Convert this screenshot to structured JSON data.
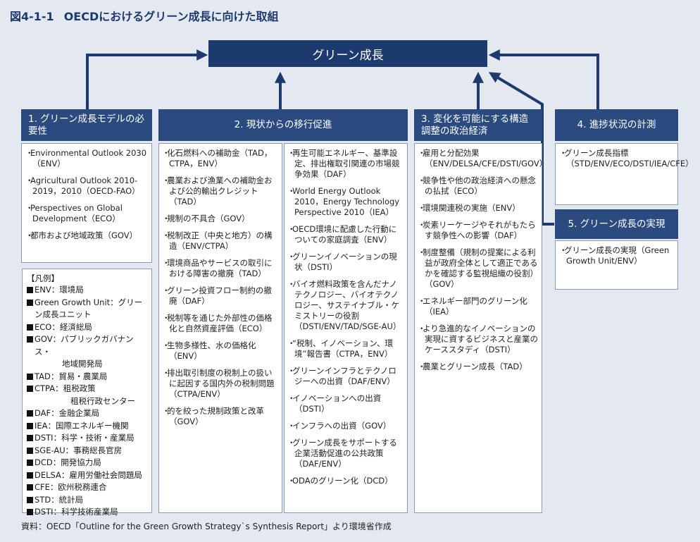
{
  "figure": {
    "number": "図4-1-1",
    "title": "OECDにおけるグリーン成長に向けた取組"
  },
  "goal": {
    "label": "グリーン成長"
  },
  "colors": {
    "navy": "#1d3a6e",
    "header": "#2a4a80",
    "background": "#e4e9f1",
    "border": "#8b9cb8"
  },
  "categories": [
    {
      "label": "1. グリーン成長モデルの必要性",
      "items": [
        "Environmental Outlook 2030（ENV）",
        "Agricultural Outlook 2010-2019，2010（OECD-FAO）",
        "Perspectives on Global Development（ECO）",
        "都市および地域政策（GOV）"
      ]
    },
    {
      "label": "2. 現状からの移行促進",
      "items_left": [
        "化石燃料への補助金（TAD，CTPA，ENV）",
        "農業および漁業への補助金および公的輸出クレジット（TAD）",
        "規制の不具合（GOV）",
        "税制改正（中央と地方）の構造（ENV/CTPA）",
        "環境商品やサービスの取引における障害の撤廃（TAD）",
        "グリーン投資フロー制約の撤廃（DAF）",
        "税制等を通じた外部性の価格化と自然資産評価（ECO）",
        "生物多様性、水の価格化（ENV）",
        "排出取引制度の税制上の扱いに起因する国内外の税制問題（CTPA/ENV）",
        "的を絞った規制政策と改革（GOV）"
      ],
      "items_right": [
        "再生可能エネルギー、基準設定、排出権取引関連の市場競争効果（DAF）",
        "World Energy Outlook 2010，Energy Technology Perspective 2010（IEA）",
        "OECD環境に配慮した行動についての家庭調査（ENV）",
        "グリーンイノベーションの現状（DSTI）",
        "バイオ燃料政策を含んだナノテクノロジー、バイオテクノロジー、サステイナブル・ケミストリーの役割（DSTI/ENV/TAD/SGE-AU）",
        "“税制、イノベーション、環境”報告書（CTPA，ENV）",
        "グリーンインフラとテクノロジーへの出資（DAF/ENV）",
        "イノベーションへの出資（DSTI）",
        "インフラへの出資（GOV）",
        "グリーン成長をサポートする企業活動促進の公共政策（DAF/ENV）",
        "ODAのグリーン化（DCD）"
      ]
    },
    {
      "label": "3. 変化を可能にする構造調整の政治経済",
      "items": [
        "雇用と分配効果（ENV/DELSA/CFE/DSTI/GOV）",
        "競争性や他の政治経済への懸念の払拭（ECO）",
        "環境関連税の実施（ENV）",
        "炭素リーケージやそれがもたらす競争性への影響（DAF）",
        "制度整備（規制の提案による利益が政府全体として適正であるかを確認する監視組織の役割）（GOV）",
        "エネルギー部門のグリーン化（IEA）",
        "より急進的なイノベーションの実現に資するビジネスと産業のケーススタディ（DSTI）",
        "農業とグリーン成長（TAD）"
      ]
    },
    {
      "label": "4. 進捗状況の計測",
      "items": [
        "グリーン成長指標（STD/ENV/ECO/DSTI/IEA/CFE）"
      ]
    },
    {
      "label": "5. グリーン成長の実現",
      "items": [
        "グリーン成長の実現（Green Growth Unit/ENV）"
      ]
    }
  ],
  "legend": {
    "title": "【凡例】",
    "entries": [
      {
        "text": "ENV：環境局"
      },
      {
        "text": "Green Growth Unit：グリーン成長ユニット"
      },
      {
        "text": "ECO：経済総局"
      },
      {
        "text": "GOV：パブリックガバナンス・",
        "cont": "地域開発局"
      },
      {
        "text": "TAD：貿易・農業局"
      },
      {
        "text": "CTPA：租税政策",
        "cont": "租税行政センター"
      },
      {
        "text": "DAF：金融企業局"
      },
      {
        "text": "IEA：国際エネルギー機関"
      },
      {
        "text": "DSTI：科学・技術・産業局"
      },
      {
        "text": "SGE-AU：事務総長官房"
      },
      {
        "text": "DCD：開発協力局"
      },
      {
        "text": "DELSA：雇用労働社会問題局"
      },
      {
        "text": "CFE：欧州税務連合"
      },
      {
        "text": "STD：統計局"
      },
      {
        "text": "DSTI：科学技術産業局"
      }
    ]
  },
  "source": "資料：OECD「Outline for the Green Growth Strategy`s Synthesis Report」より環境省作成"
}
